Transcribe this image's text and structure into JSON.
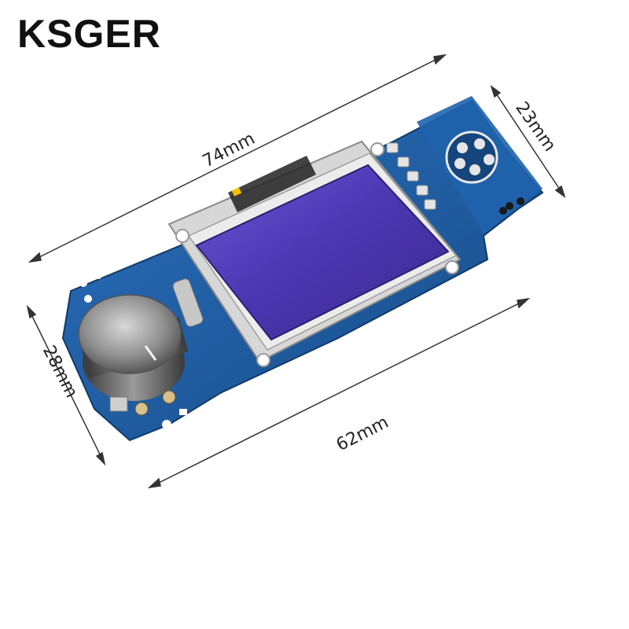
{
  "brand": {
    "name": "KSGER"
  },
  "dimensions": {
    "top_width": "74mm",
    "bottom_width": "62mm",
    "left_height": "28mm",
    "right_height": "23mm"
  },
  "colors": {
    "pcb": "#1f5fa8",
    "pcb_dark": "#17497f",
    "screen": "#4a3ab0",
    "knob": "#8d8d8d",
    "dimension_line": "#333333"
  },
  "icons": [
    "knob-icon",
    "screen-icon",
    "connector-icon"
  ]
}
